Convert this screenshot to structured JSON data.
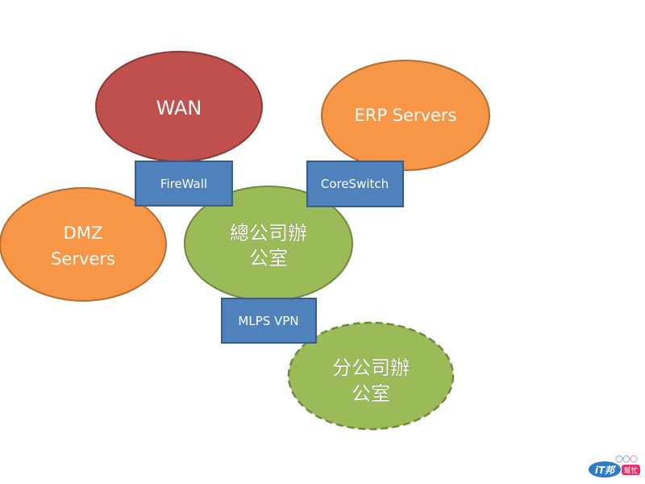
{
  "diagram": {
    "title": "Network topology",
    "colors": {
      "wan_fill": "#c0504d",
      "wan_stroke": "#8c3836",
      "server_fill": "#f79646",
      "server_stroke": "#b66d31",
      "office_fill": "#9bbb59",
      "office_stroke": "#71893f",
      "device_fill": "#4f81bd",
      "device_stroke": "#385d8a"
    },
    "nodes": {
      "wan": {
        "label": "WAN"
      },
      "erp": {
        "label": "ERP Servers"
      },
      "dmz": {
        "line1": "DMZ",
        "line2": "Servers"
      },
      "hq": {
        "line1": "總公司辦",
        "line2": "公室"
      },
      "branch": {
        "line1": "分公司辦",
        "line2": "公室"
      }
    },
    "devices": {
      "firewall": {
        "label": "FireWall"
      },
      "coreswitch": {
        "label": "CoreSwitch"
      },
      "vpn": {
        "label": "MLPS VPN"
      }
    }
  },
  "watermark": {
    "brand": "iT邦",
    "tag": "幫忙"
  }
}
